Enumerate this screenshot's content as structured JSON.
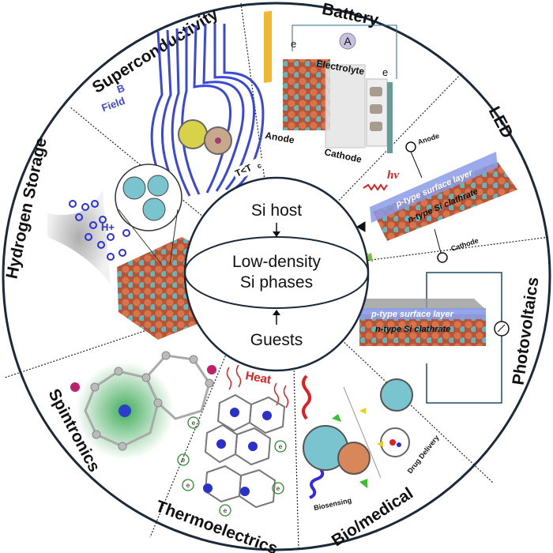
{
  "center": {
    "top": "Si host",
    "middle_line1": "Low-density",
    "middle_line2": "Si phases",
    "bottom": "Guests"
  },
  "sectors": {
    "superconductivity": {
      "title": "Superconductivity",
      "b_field_1": "B",
      "b_field_2": "Field",
      "temp": "T<T",
      "temp_sub": "c"
    },
    "battery": {
      "title": "Battery",
      "ammeter": "A",
      "electron": "e",
      "electrolyte": "Electrolyte",
      "anode": "Anode",
      "cathode": "Cathode"
    },
    "led": {
      "title": "LED",
      "photon": "hν",
      "p_layer": "p-type surface layer",
      "n_layer": "n-type Si clathrate",
      "anode": "Anode",
      "cathode": "Cathode"
    },
    "photovoltaics": {
      "title": "Photovoltaics",
      "p_layer": "p-type surface layer",
      "n_layer": "n-type Si clathrate"
    },
    "biomedical": {
      "title": "Bio/medical",
      "biosensing": "Biosensing",
      "drug_delivery": "Drug Delivery"
    },
    "thermoelectrics": {
      "title": "Thermoelectrics",
      "heat": "Heat",
      "electron": "e"
    },
    "spintronics": {
      "title": "Spintronics"
    },
    "hydrogen_storage": {
      "title": "Hydrogen Storage",
      "proton": "H+"
    }
  },
  "colors": {
    "outline": "#1b2a3a",
    "si_orange": "#c8643c",
    "si_cyan": "#5bb8c0",
    "field_blue": "#3a48d8",
    "heat_red": "#e02020",
    "p_layer": "#8a9be8"
  }
}
